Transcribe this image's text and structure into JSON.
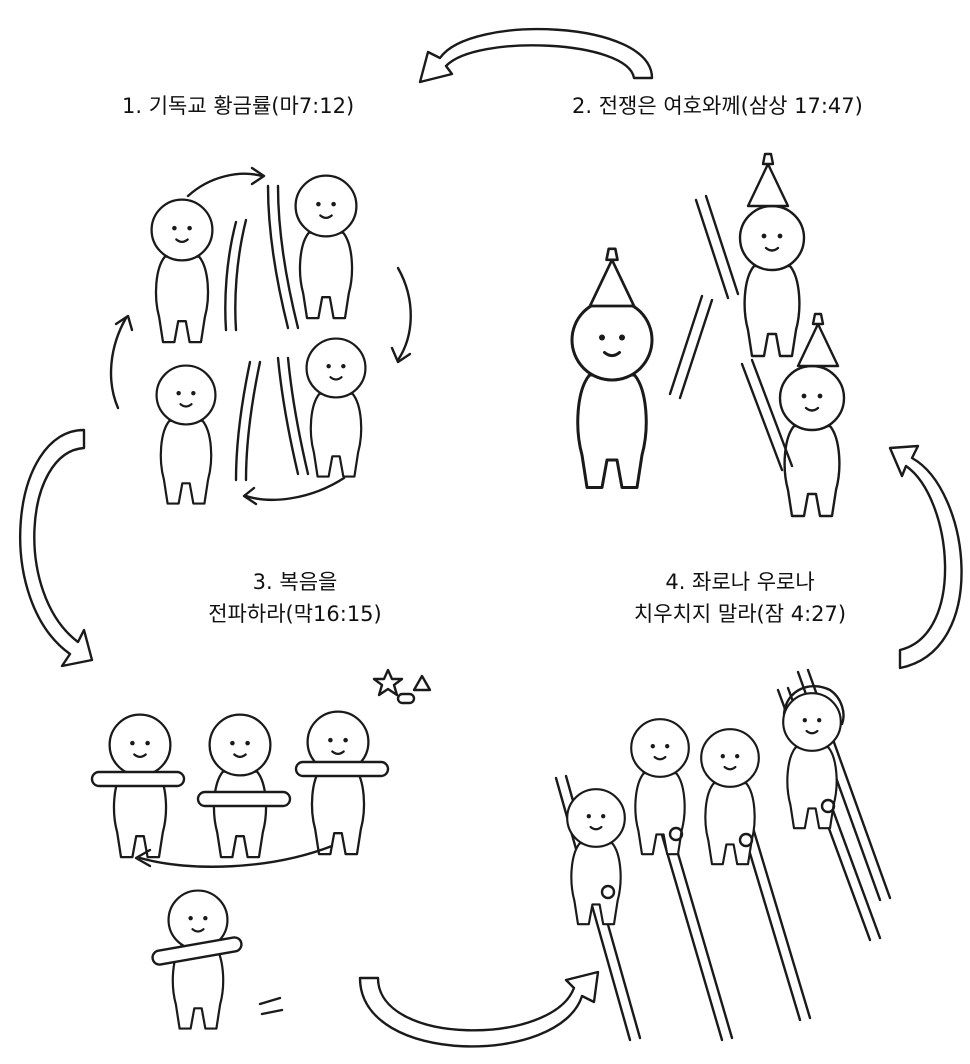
{
  "labels": {
    "label1": "1. 기독교 황금률(마7:12)",
    "label2": "2. 전쟁은 여호와께(삼상 17:47)",
    "label3_line1": "3. 복음을",
    "label3_line2": "전파하라(막16:15)",
    "label4_line1": "4. 좌로나 우로나",
    "label4_line2": "치우치지 말라(잠 4:27)"
  }
}
